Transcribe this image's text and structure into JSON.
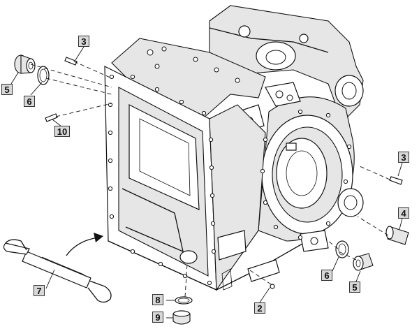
{
  "callouts": {
    "c1": "3",
    "c2": "5",
    "c3": "6",
    "c4": "10",
    "c5": "3",
    "c6": "4",
    "c7": "6",
    "c8": "5",
    "c9": "2",
    "c10": "7",
    "c11": "8",
    "c12": "9"
  }
}
